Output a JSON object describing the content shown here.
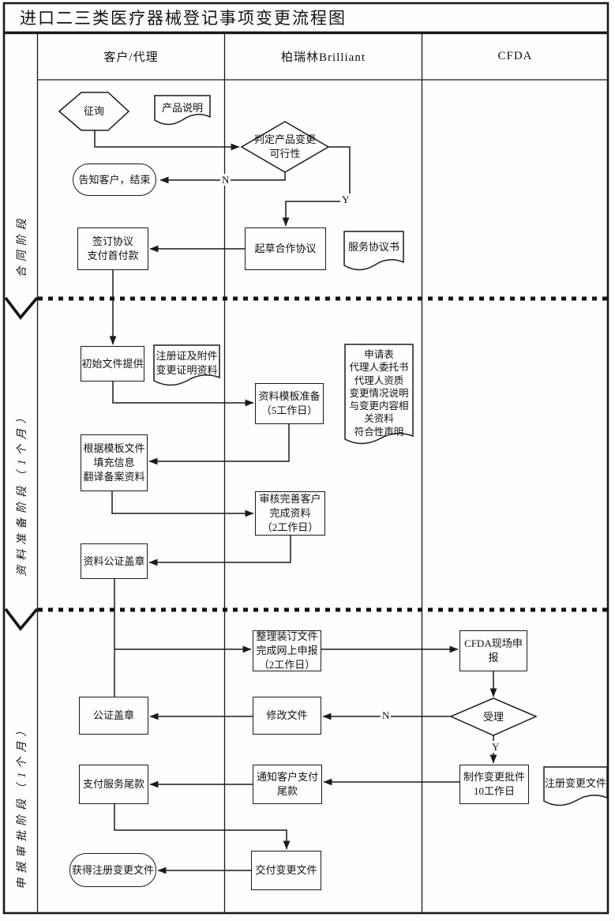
{
  "title": "进口二三类医疗器械登记事项变更流程图",
  "columns": [
    "客户/代理",
    "柏瑞林Brilliant",
    "CFDA"
  ],
  "phases": [
    "合同阶段",
    "资料准备阶段（1个月）",
    "申报审批阶段（1个月）"
  ],
  "nodes": {
    "inquiry": "征询",
    "product_desc": "产品说明",
    "feasibility": "判定产品变更\n可行性",
    "notify_end": "告知客户，结束",
    "sign_pay": "签订协议\n支付首付款",
    "draft_agreement": "起草合作协议",
    "service_agreement": "服务协议书",
    "initial_docs": "初始文件提供",
    "reg_cert": "注册证及附件\n变更证明资料",
    "template_prep": "资料模板准备\n（5工作日）",
    "app_docs": "申请表\n代理人委托书\n代理人资质\n变更情况说明\n与变更内容相\n关资料\n符合性声明",
    "fill_translate": "根据模板文件\n填充信息\n翻译备案资料",
    "review_complete": "审核完善客户\n完成资料\n（2工作日）",
    "notarize_docs": "资料公证盖章",
    "bind_submit": "整理装订文件\n完成网上申报\n（2工作日）",
    "cfda_onsite": "CFDA现场申报",
    "accept": "受理",
    "modify_docs": "修改文件",
    "notarize": "公证盖章",
    "make_approval": "制作变更批件\n10工作日",
    "reg_change_file": "注册变更文件",
    "notify_payment": "通知客户支付\n尾款",
    "pay_balance": "支付服务尾款",
    "deliver_file": "交付变更文件",
    "obtain_file": "获得注册变更文件"
  },
  "branch_labels": {
    "feasibility_no": "N",
    "feasibility_yes": "Y",
    "accept_no": "N",
    "accept_yes": "Y"
  },
  "colors": {
    "line": "#1a1a1a",
    "background": "#fefefe",
    "text": "#111111"
  }
}
